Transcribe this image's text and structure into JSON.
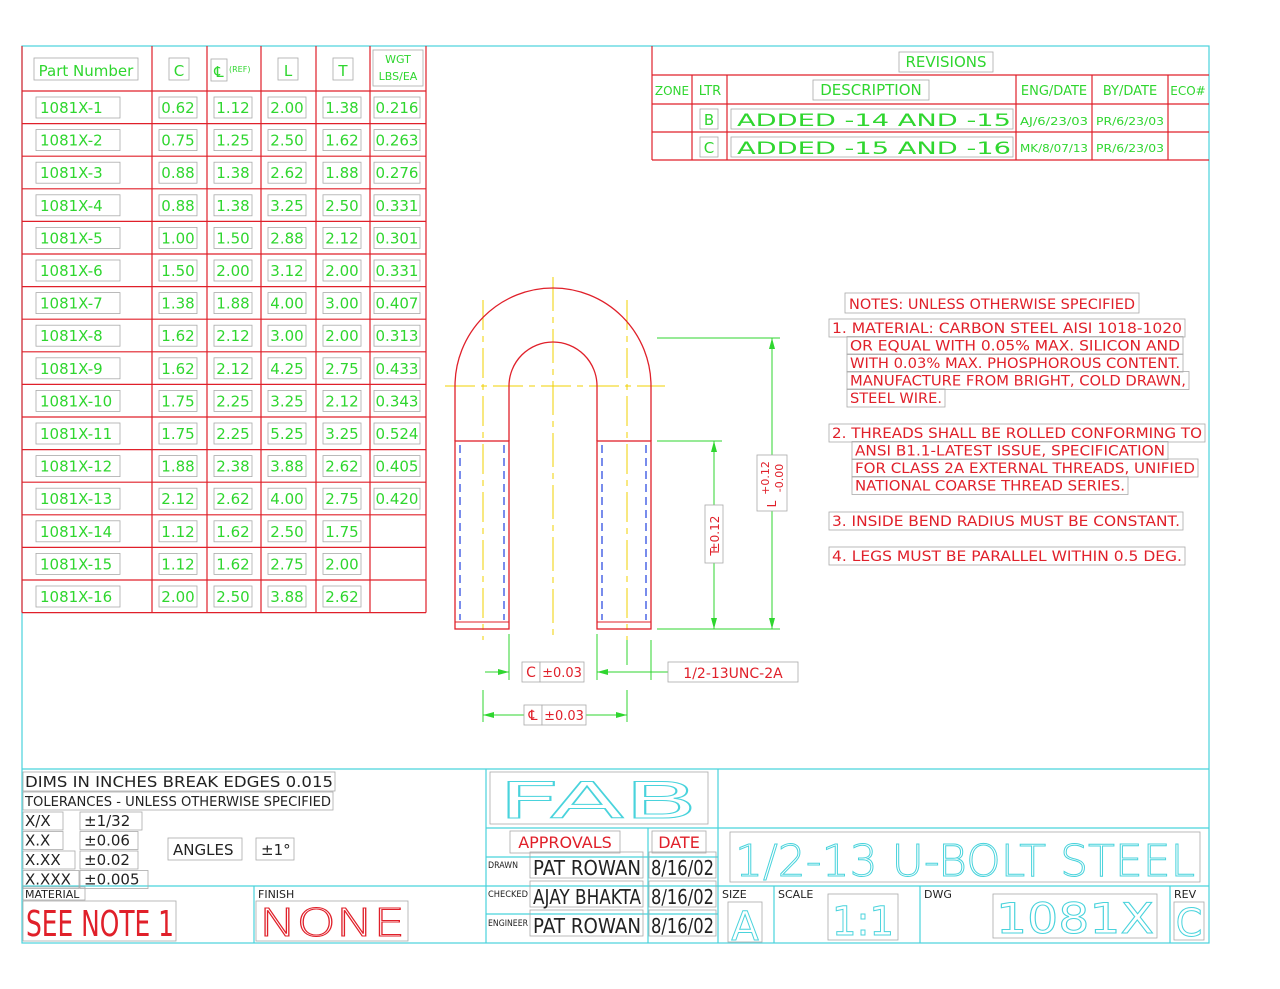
{
  "parts_table": {
    "headers": {
      "part_number": "Part Number",
      "c": "C",
      "cl_symbol": "℄",
      "cl_ref": "(REF)",
      "l": "L",
      "t": "T",
      "wgt_line1": "WGT",
      "wgt_line2": "LBS/EA"
    },
    "rows": [
      {
        "part": "1081X-1",
        "c": "0.62",
        "cl": "1.12",
        "l": "2.00",
        "t": "1.38",
        "wgt": "0.216"
      },
      {
        "part": "1081X-2",
        "c": "0.75",
        "cl": "1.25",
        "l": "2.50",
        "t": "1.62",
        "wgt": "0.263"
      },
      {
        "part": "1081X-3",
        "c": "0.88",
        "cl": "1.38",
        "l": "2.62",
        "t": "1.88",
        "wgt": "0.276"
      },
      {
        "part": "1081X-4",
        "c": "0.88",
        "cl": "1.38",
        "l": "3.25",
        "t": "2.50",
        "wgt": "0.331"
      },
      {
        "part": "1081X-5",
        "c": "1.00",
        "cl": "1.50",
        "l": "2.88",
        "t": "2.12",
        "wgt": "0.301"
      },
      {
        "part": "1081X-6",
        "c": "1.50",
        "cl": "2.00",
        "l": "3.12",
        "t": "2.00",
        "wgt": "0.331"
      },
      {
        "part": "1081X-7",
        "c": "1.38",
        "cl": "1.88",
        "l": "4.00",
        "t": "3.00",
        "wgt": "0.407"
      },
      {
        "part": "1081X-8",
        "c": "1.62",
        "cl": "2.12",
        "l": "3.00",
        "t": "2.00",
        "wgt": "0.313"
      },
      {
        "part": "1081X-9",
        "c": "1.62",
        "cl": "2.12",
        "l": "4.25",
        "t": "2.75",
        "wgt": "0.433"
      },
      {
        "part": "1081X-10",
        "c": "1.75",
        "cl": "2.25",
        "l": "3.25",
        "t": "2.12",
        "wgt": "0.343"
      },
      {
        "part": "1081X-11",
        "c": "1.75",
        "cl": "2.25",
        "l": "5.25",
        "t": "3.25",
        "wgt": "0.524"
      },
      {
        "part": "1081X-12",
        "c": "1.88",
        "cl": "2.38",
        "l": "3.88",
        "t": "2.62",
        "wgt": "0.405"
      },
      {
        "part": "1081X-13",
        "c": "2.12",
        "cl": "2.62",
        "l": "4.00",
        "t": "2.75",
        "wgt": "0.420"
      },
      {
        "part": "1081X-14",
        "c": "1.12",
        "cl": "1.62",
        "l": "2.50",
        "t": "1.75",
        "wgt": ""
      },
      {
        "part": "1081X-15",
        "c": "1.12",
        "cl": "1.62",
        "l": "2.75",
        "t": "2.00",
        "wgt": ""
      },
      {
        "part": "1081X-16",
        "c": "2.00",
        "cl": "2.50",
        "l": "3.88",
        "t": "2.62",
        "wgt": ""
      }
    ]
  },
  "revisions": {
    "title": "REVISIONS",
    "headers": {
      "zone": "ZONE",
      "ltr": "LTR",
      "description": "DESCRIPTION",
      "eng_date": "ENG/DATE",
      "by_date": "BY/DATE",
      "eco": "ECO#"
    },
    "rows": [
      {
        "zone": "",
        "ltr": "B",
        "description": "ADDED  -14  AND  -15",
        "eng_date": "AJ/6/23/03",
        "by_date": "PR/6/23/03",
        "eco": ""
      },
      {
        "zone": "",
        "ltr": "C",
        "description": "ADDED  -15  AND  -16",
        "eng_date": "MK/8/07/13",
        "by_date": "PR/6/23/03",
        "eco": ""
      }
    ]
  },
  "notes": {
    "heading": "NOTES:  UNLESS  OTHERWISE  SPECIFIED",
    "items": [
      [
        "1. MATERIAL:  CARBON  STEEL  AISI  1018-1020",
        "OR  EQUAL  WITH  0.05%  MAX.  SILICON  AND",
        "WITH  0.03%  MAX.  PHOSPHOROUS  CONTENT.",
        "MANUFACTURE  FROM  BRIGHT,  COLD  DRAWN,",
        "STEEL  WIRE."
      ],
      [
        "2.  THREADS  SHALL  BE  ROLLED  CONFORMING  TO",
        "ANSI  B1.1-LATEST  ISSUE,  SPECIFICATION",
        "FOR  CLASS  2A  EXTERNAL  THREADS,  UNIFIED",
        "NATIONAL  COARSE  THREAD  SERIES."
      ],
      [
        "3.  INSIDE  BEND  RADIUS  MUST  BE  CONSTANT."
      ],
      [
        "4.  LEGS  MUST  BE  PARALLEL  WITHIN  0.5  DEG."
      ]
    ]
  },
  "dimensions": {
    "c": "C",
    "c_tol": "±0.03",
    "cl": "℄",
    "cl_tol": "±0.03",
    "thread": "1/2-13UNC-2A",
    "t": "T",
    "t_tol": "±0.12",
    "l": "L",
    "l_tol_plus": "+0.12",
    "l_tol_minus": "-0.00"
  },
  "title_block": {
    "dims_line": "DIMS  IN  INCHES    BREAK  EDGES  0.015",
    "tolerances_line": "TOLERANCES  -  UNLESS  OTHERWISE  SPECIFIED",
    "tolerances": [
      {
        "label": "X/X",
        "value": "±1/32"
      },
      {
        "label": "X.X",
        "value": "±0.06"
      },
      {
        "label": "X.XX",
        "value": "±0.02"
      },
      {
        "label": "X.XXX",
        "value": "±0.005"
      }
    ],
    "angles_label": "ANGLES",
    "angles_value": "±1°",
    "material_label": "MATERIAL",
    "material_value": "SEE  NOTE  1",
    "finish_label": "FINISH",
    "finish_value": "NONE",
    "company": "FAB",
    "approvals_label": "APPROVALS",
    "date_label": "DATE",
    "approvals": [
      {
        "role": "DRAWN",
        "name": "PAT  ROWAN",
        "date": "8/16/02"
      },
      {
        "role": "CHECKED",
        "name": "AJAY  BHAKTA",
        "date": "8/16/02"
      },
      {
        "role": "ENGINEER",
        "name": "PAT  ROWAN",
        "date": "8/16/02"
      }
    ],
    "title": "1/2-13  U-BOLT  STEEL",
    "size_label": "SIZE",
    "size_value": "A",
    "scale_label": "SCALE",
    "scale_value": "1:1",
    "dwg_label": "DWG",
    "dwg_value": "1081X",
    "rev_label": "REV",
    "rev_value": "C"
  },
  "colors": {
    "border": "#49d3dc",
    "line": "#e0202a",
    "text_green": "#2fd62f",
    "text_red": "#e0202a",
    "centerline": "#f0d000",
    "hidden": "#2040e0"
  }
}
